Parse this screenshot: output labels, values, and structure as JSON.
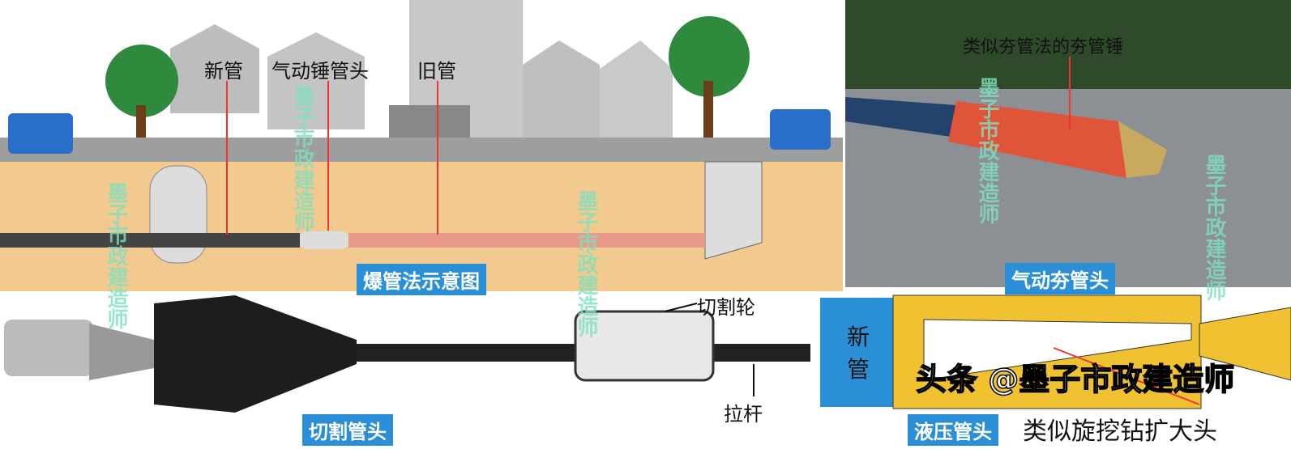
{
  "burst_panel": {
    "labels": {
      "new_pipe": "新管",
      "pneumatic_head": "气动锤管头",
      "old_pipe": "旧管"
    },
    "caption": "爆管法示意图"
  },
  "photo_panel": {
    "label": "类似夯管法的夯管锤",
    "caption": "气动夯管头"
  },
  "cutter_panel": {
    "labels": {
      "cutting_wheel": "切割轮",
      "pull_rod": "拉杆"
    },
    "caption": "切割管头"
  },
  "hydraulic_panel": {
    "new_pipe": "新管",
    "caption": "液压管头",
    "note": "类似旋挖钻扩大头"
  },
  "watermark": "墨子市政建造师",
  "brand": "头条 @墨子市政建造师"
}
